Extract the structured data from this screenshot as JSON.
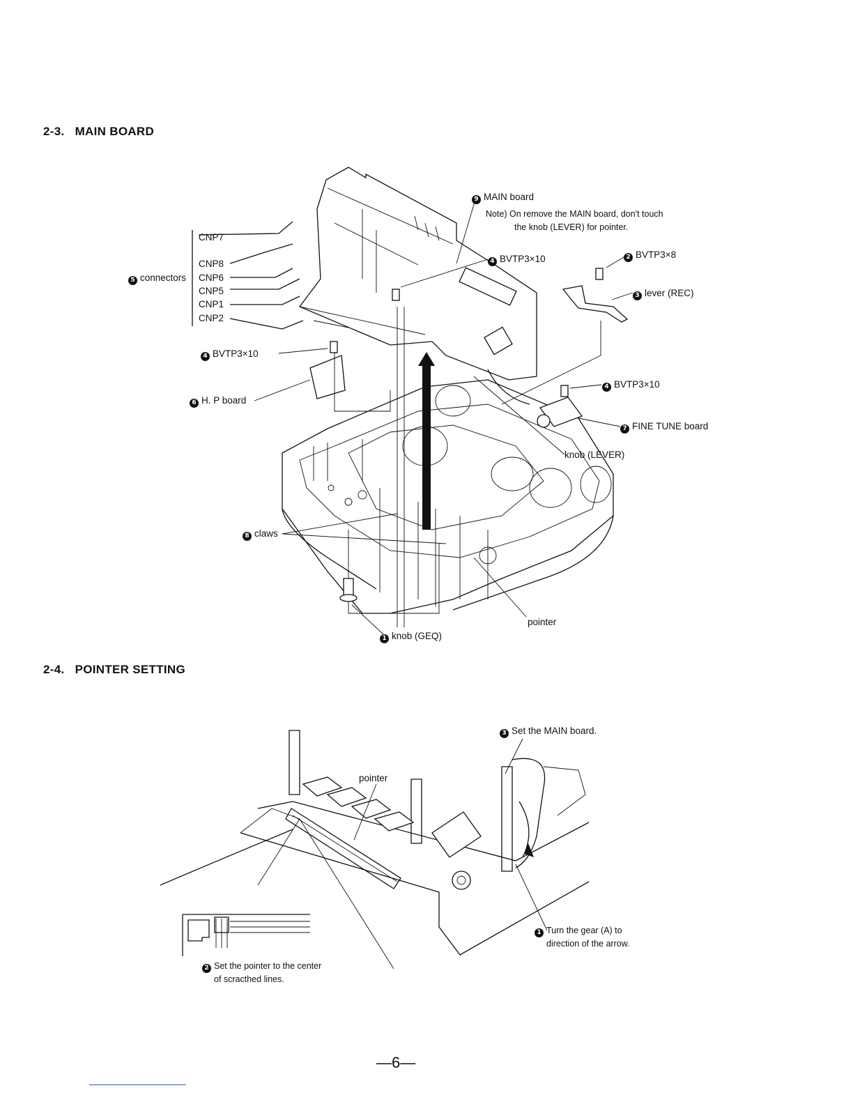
{
  "sections": {
    "main_board": {
      "number": "2-3.",
      "title": "MAIN BOARD"
    },
    "pointer_setting": {
      "number": "2-4.",
      "title": "POINTER SETTING"
    }
  },
  "diagram1": {
    "main_board": {
      "num": "9",
      "text": "MAIN board"
    },
    "note_line1": "Note) On remove the MAIN board, don't touch",
    "note_line2": "the knob (LEVER) for pointer.",
    "bvtp_top": {
      "num": "4",
      "text": "BVTP3×10"
    },
    "bvtp_right": {
      "num": "2",
      "text": "BVTP3×8"
    },
    "lever": {
      "num": "3",
      "text": "lever (REC)"
    },
    "connectors": {
      "num": "5",
      "text": "connectors"
    },
    "cnp": [
      "CNP7",
      "CNP8",
      "CNP6",
      "CNP5",
      "CNP1",
      "CNP2"
    ],
    "bvtp_left": {
      "num": "4",
      "text": "BVTP3×10"
    },
    "hp_board": {
      "num": "6",
      "text": "H. P board"
    },
    "bvtp_fine": {
      "num": "4",
      "text": "BVTP3×10"
    },
    "fine_tune": {
      "num": "7",
      "text": "FINE TUNE board"
    },
    "knob_lever": "knob (LEVER)",
    "claws": {
      "num": "8",
      "text": "claws"
    },
    "pointer": "pointer",
    "knob_geq": {
      "num": "1",
      "text": "knob (GEQ)"
    }
  },
  "diagram2": {
    "set_main": {
      "num": "3",
      "text": "Set the MAIN board."
    },
    "pointer": "pointer",
    "turn_gear_line1": {
      "num": "1",
      "text": "Turn the gear (A) to"
    },
    "turn_gear_line2": "direction of the arrow.",
    "set_pointer_line1": {
      "num": "2",
      "text": "Set the pointer to the center"
    },
    "set_pointer_line2": "of scracthed lines."
  },
  "page_number": "—6—"
}
